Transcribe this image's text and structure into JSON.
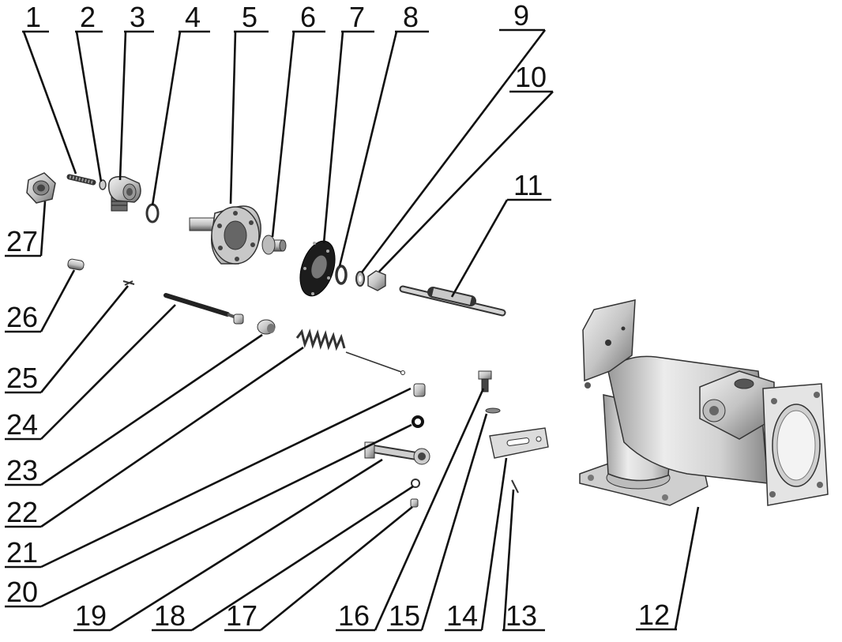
{
  "callouts": [
    "1",
    "2",
    "3",
    "4",
    "5",
    "6",
    "7",
    "8",
    "9",
    "10",
    "11",
    "12",
    "13",
    "14",
    "15",
    "16",
    "17",
    "18",
    "19",
    "20",
    "21",
    "22",
    "23",
    "24",
    "25",
    "26",
    "27"
  ],
  "colors": {
    "ink": "#111111",
    "part_light": "#d8d8d8",
    "part_mid": "#a8a8a8",
    "part_dark": "#555555",
    "background": "#ffffff"
  }
}
